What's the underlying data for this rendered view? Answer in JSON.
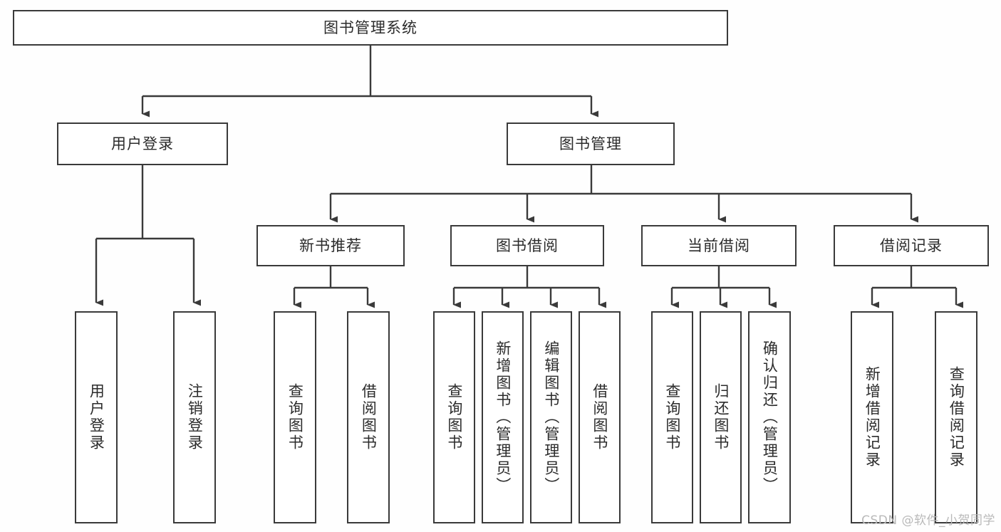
{
  "diagram": {
    "title": "图书管理系统",
    "type": "tree-hierarchy-chart",
    "colors": {
      "background": "#fefefe",
      "box_border": "#3a3a3a",
      "box_fill": "#ffffff",
      "text": "#2b2b2b",
      "connector": "#3a3a3a",
      "watermark": "#b9b9b9"
    },
    "root": {
      "label": "图书管理系统"
    },
    "level2": [
      {
        "label": "用户登录"
      },
      {
        "label": "图书管理"
      }
    ],
    "level3": [
      {
        "label": "新书推荐"
      },
      {
        "label": "图书借阅"
      },
      {
        "label": "当前借阅"
      },
      {
        "label": "借阅记录"
      }
    ],
    "leaves": {
      "user_login": [
        {
          "label": "用户登录"
        },
        {
          "label": "注销登录"
        }
      ],
      "new_book_recommend": [
        {
          "label": "查询图书"
        },
        {
          "label": "借阅图书"
        }
      ],
      "book_borrow": [
        {
          "label": "查询图书"
        },
        {
          "label": "新增图书（管理员）"
        },
        {
          "label": "编辑图书（管理员）"
        },
        {
          "label": "借阅图书"
        }
      ],
      "current_borrow": [
        {
          "label": "查询图书"
        },
        {
          "label": "归还图书"
        },
        {
          "label": "确认归还（管理员）"
        }
      ],
      "borrow_record": [
        {
          "label": "新增借阅记录"
        },
        {
          "label": "查询借阅记录"
        }
      ]
    },
    "watermark": "CSDN @软件_小贺同学"
  }
}
